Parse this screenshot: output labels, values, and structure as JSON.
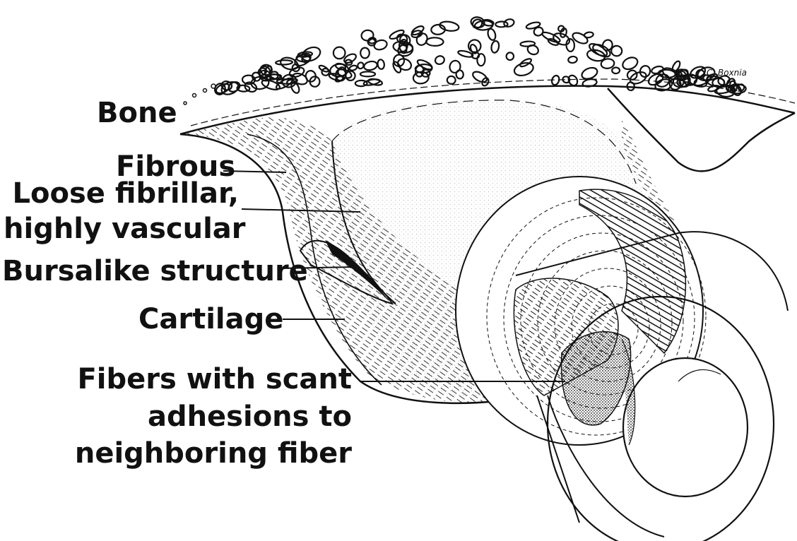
{
  "labels": {
    "bone": "Bone",
    "fibrous": "Fibrous",
    "loose_line1": "Loose fibrillar,",
    "loose_line2": "highly vascular",
    "bursalike": "Bursalike structure",
    "cartilage": "Cartilage",
    "fibers_line1": "Fibers with scant",
    "fibers_line2": "adhesions to",
    "fibers_line3": "neighboring fiber"
  },
  "signature": "C. Boxnia",
  "colors": {
    "ink": "#111111",
    "background": "#ffffff"
  }
}
